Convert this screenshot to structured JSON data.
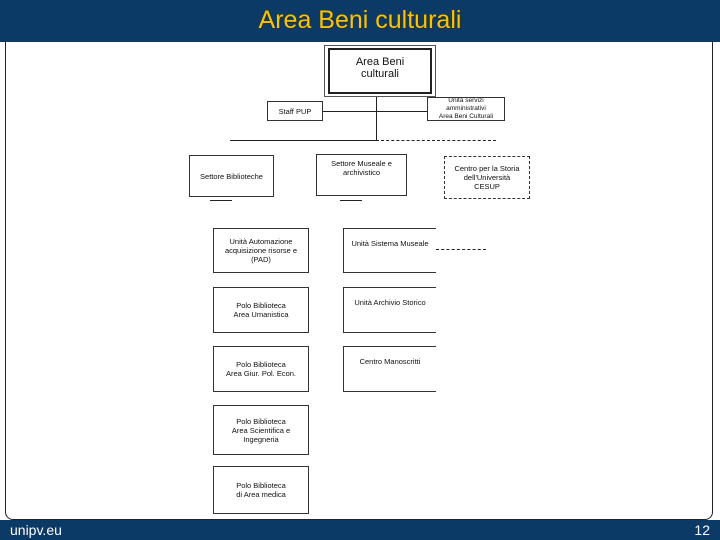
{
  "slide": {
    "title": "Area Beni culturali",
    "footer_left": "unipv.eu",
    "page_number": "12"
  },
  "org_chart": {
    "root": "Area Beni\nculturali",
    "staff_left": "Staff PUP",
    "staff_right": "Unità servizi amministrativi\nArea Beni Culturali",
    "sectors": {
      "biblioteche": "Settore Biblioteche",
      "museale": "Settore Museale e\narchivistico",
      "cesup": "Centro per la Storia\ndell'Università\nCESUP"
    },
    "biblioteche_units": [
      "Unità Automazione\nacquisizione risorse e\n(PAD)",
      "Polo Biblioteca\nArea Umanistica",
      "Polo Biblioteca\nArea Giur. Pol. Econ.",
      "Polo Biblioteca\nArea Scientifica e\nIngegneria",
      "Polo Biblioteca\ndi Area medica"
    ],
    "museale_units": [
      "Unità Sistema Museale",
      "Unità Archivio Storico",
      "Centro Manoscritti"
    ]
  }
}
